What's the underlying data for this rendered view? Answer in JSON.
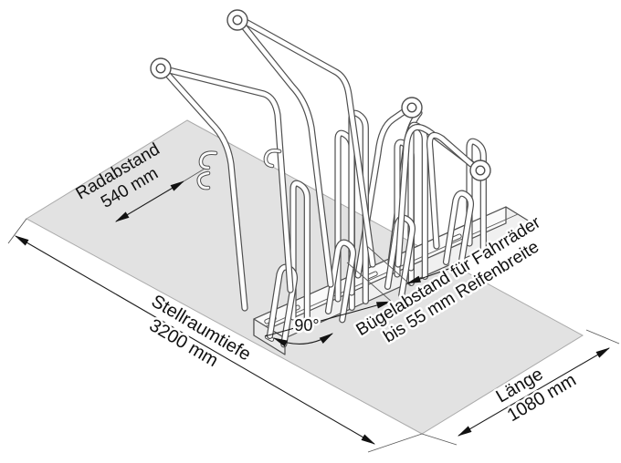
{
  "diagram": {
    "annotations": {
      "radabstand": {
        "label": "Radabstand",
        "value": "540 mm"
      },
      "stellraumtiefe": {
        "label": "Stellraumtiefe",
        "value": "3200 mm"
      },
      "laenge": {
        "label": "Länge",
        "value": "1080 mm"
      },
      "buegelabstand": {
        "line1": "Bügelabstand für Fahrräder",
        "line2": "bis 55 mm Reifenbreite"
      },
      "angle": {
        "value": "90°"
      }
    },
    "colors": {
      "floor": "#e2e2e2",
      "outline": "#4f4f4f",
      "annotation": "#111111",
      "background": "#ffffff"
    }
  }
}
